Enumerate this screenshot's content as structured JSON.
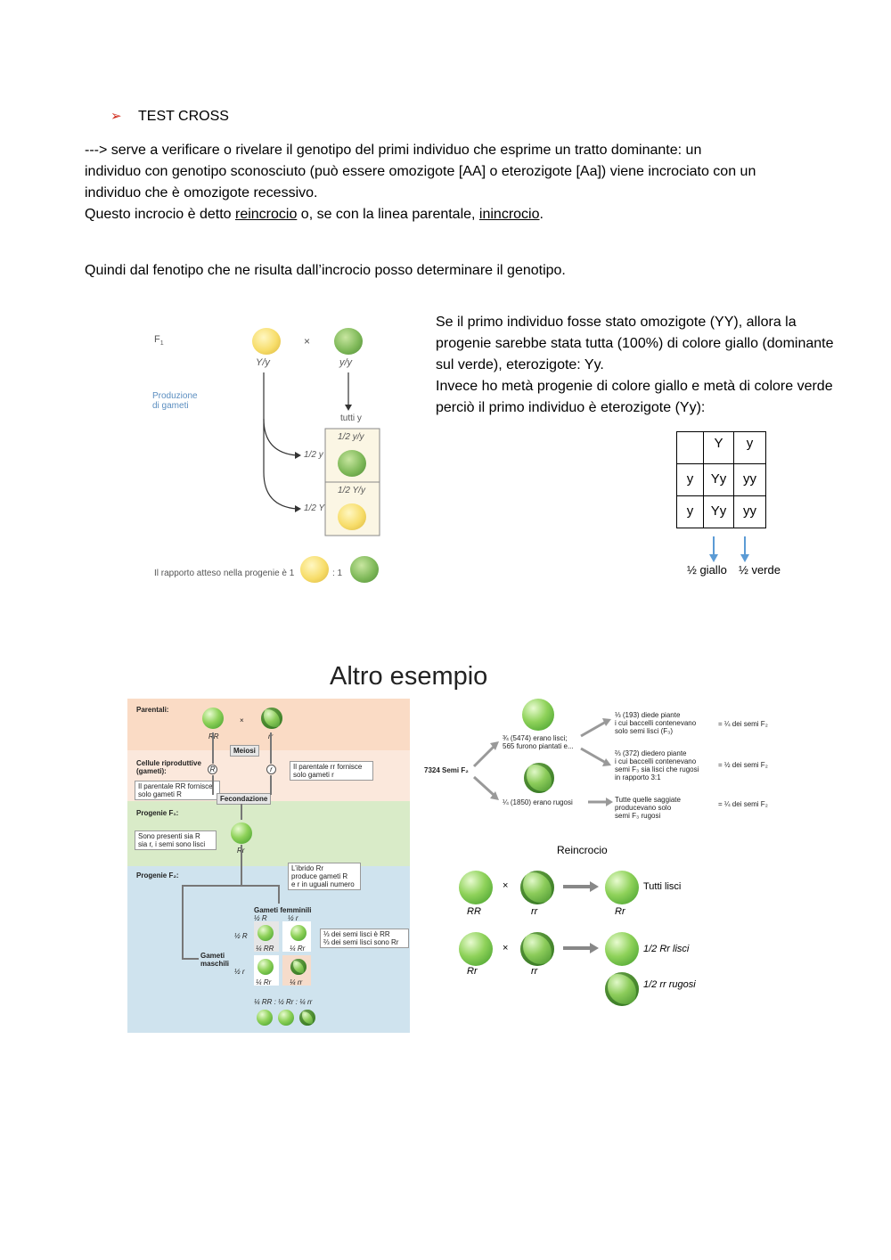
{
  "heading": {
    "bullet": "➢",
    "title": "TEST CROSS"
  },
  "paragraph1": {
    "line1": "---> serve a verificare o rivelare il genotipo del primi individuo che esprime un tratto dominante: un",
    "line2": "individuo con genotipo sconosciuto (può essere omozigote [AA] o eterozigote [Aa]) viene incrociato con un",
    "line3": "individuo che è omozigote recessivo.",
    "line4_a": "Questo incrocio è detto ",
    "line4_u1": "reincrocio",
    "line4_b": " o, se con la linea parentale, ",
    "line4_u2": "inincrocio",
    "line4_c": "."
  },
  "paragraph2": "Quindi dal fenotipo che ne risulta dall’incrocio posso determinare il genotipo.",
  "fig1": {
    "f1": "F",
    "f1_sub": "1",
    "cross": "×",
    "geno_left": "Y/y",
    "geno_right": "y/y",
    "production_line1": "Produzione",
    "production_line2": "di gameti",
    "all_y": "tutti y",
    "cell1": "y/y",
    "cell2": "Y/y",
    "half": "1",
    "half_den": "2",
    "label_y": "y",
    "label_Y": "Y",
    "ratio_text": "Il rapporto atteso nella progenie è  1",
    "ratio_sep": ": 1"
  },
  "explanation": {
    "line1": "Se il primo individuo fosse stato omozigote (YY), allora la",
    "line2": "progenie sarebbe stata tutta (100%) di colore giallo (dominante",
    "line3": "sul verde), eterozigote: Yy.",
    "line4": "Invece ho metà progenie di colore giallo e metà di colore verde",
    "line5": "perciò il primo individuo è eterozigote (Yy):"
  },
  "punnett": {
    "rows": [
      [
        "",
        "Y",
        "y"
      ],
      [
        "y",
        "Yy",
        "yy"
      ],
      [
        "y",
        "Yy",
        "yy"
      ]
    ],
    "label_left": "½ giallo",
    "label_right": "½ verde"
  },
  "fig2_title": "Altro esempio",
  "fig2_left": {
    "parentali": "Parentali:",
    "RR": "RR",
    "rr": "rr",
    "cross": "×",
    "meiosi": "Meiosi",
    "cellule_1": "Cellule riproduttive",
    "cellule_2": "(gameti):",
    "R": "R",
    "r": "r",
    "parental_rr_1": "Il parentale rr fornisce",
    "parental_rr_2": "solo gameti r",
    "parental_RR_1": "Il parentale RR fornisce",
    "parental_RR_2": "solo gameti R",
    "fecondazione": "Fecondazione",
    "progenie_f1": "Progenie F₁:",
    "sono_1": "Sono presenti sia R",
    "sono_2": "sia r, i semi sono lisci",
    "Rr": "Rr",
    "progenie_f2": "Progenie F₂:",
    "ibrido_1": "L’ibrido Rr",
    "ibrido_2": "produce gameti R",
    "ibrido_3": "e r in uguali numero",
    "gameti_femminili": "Gameti femminili",
    "half_R": "½ R",
    "half_r": "½ r",
    "gameti_maschili_1": "Gameti",
    "gameti_maschili_2": "maschili",
    "q_RR": "¼ RR",
    "q_Rr": "¼ Rr",
    "q_Rr2": "¼ Rr",
    "q_rr": "¼ rr",
    "note_1": "⅓ dei semi lisci è RR",
    "note_2": "⅔ dei semi lisci sono Rr",
    "bottom_ratio": "¼ RR : ½ Rr : ¼ rr"
  },
  "fig2_right": {
    "semi": "7324 Semi F₂",
    "lisci_1": "¾ (5474) erano lisci;",
    "lisci_2": "565 furono piantati e...",
    "rugosi": "¼ (1850) erano rugosi",
    "b1_1": "⅓ (193) diede piante",
    "b1_2": "i cui baccelli contenevano",
    "b1_3": "solo semi lisci (F₃)",
    "b1_r": "= ¼ dei semi F₂",
    "b2_1": "⅔ (372) diedero piante",
    "b2_2": "i cui baccelli contenevano",
    "b2_3": "semi F₃ sia lisci che rugosi",
    "b2_4": "in rapporto 3:1",
    "b2_r": "= ½ dei semi F₂",
    "b3_1": "Tutte quelle saggiate",
    "b3_2": "producevano solo",
    "b3_3": "semi F₃ rugosi",
    "b3_r": "= ¼ dei semi F₂",
    "reincrocio": "Reincrocio",
    "RR": "RR",
    "rr": "rr",
    "Rr": "Rr",
    "rr2": "rr",
    "Rr_res": "Rr",
    "tutti_lisci": "Tutti lisci",
    "half_lisci": "1/2  Rr lisci",
    "half_rugosi": "1/2  rr rugosi",
    "cross": "×"
  }
}
